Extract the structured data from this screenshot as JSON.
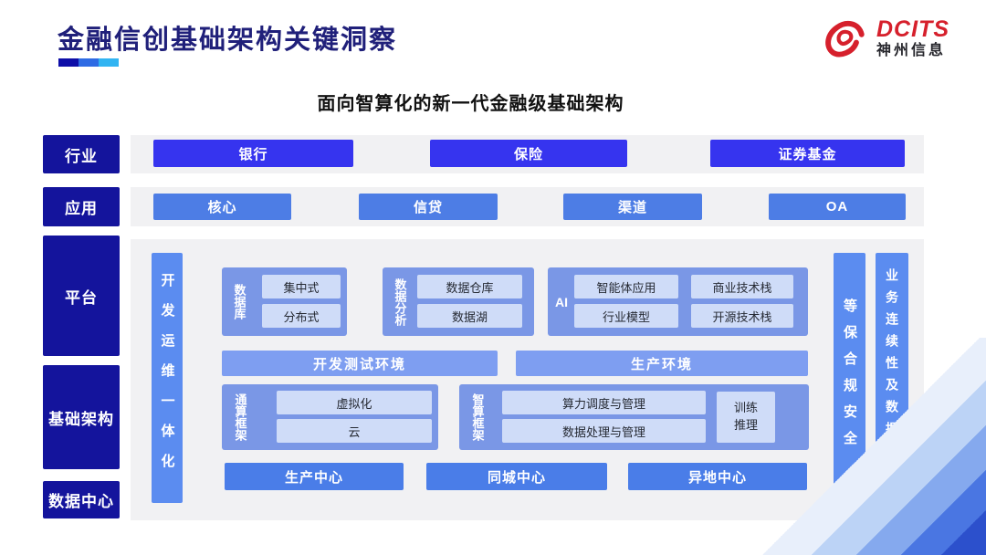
{
  "slide": {
    "title": "金融信创基础架构关键洞察",
    "subtitle": "面向智算化的新一代金融级基础架构",
    "logo": {
      "brand": "DCITS",
      "company": "神州信息"
    }
  },
  "row_labels": {
    "industry": "行业",
    "application": "应用",
    "platform": "平台",
    "infrastructure": "基础架构",
    "datacenter": "数据中心"
  },
  "industry_row": {
    "items": [
      "银行",
      "保险",
      "证券基金"
    ]
  },
  "application_row": {
    "items": [
      "核心",
      "信贷",
      "渠道",
      "OA"
    ]
  },
  "diagram": {
    "devops_bar": "开发运维一体化",
    "database": {
      "label": "数据库",
      "items": [
        "集中式",
        "分布式"
      ]
    },
    "analytics": {
      "label": "数据分析",
      "items": [
        "数据仓库",
        "数据湖"
      ]
    },
    "ai": {
      "label": "AI",
      "items": [
        "智能体应用",
        "商业技术栈",
        "行业模型",
        "开源技术栈"
      ]
    },
    "environments": [
      "开发测试环境",
      "生产环境"
    ],
    "general_compute": {
      "label": "通算框架",
      "items": [
        "虚拟化",
        "云"
      ]
    },
    "intelligent_compute": {
      "label": "智算框架",
      "items": [
        "算力调度与管理",
        "数据处理与管理"
      ],
      "side_box": "训练推理"
    },
    "centers": [
      "生产中心",
      "同城中心",
      "异地中心"
    ],
    "security_bar": "等保合规安全",
    "continuity_bar": "业务连续性及数据保护"
  },
  "colors": {
    "brand_red": "#d6202c",
    "title_navy": "#20207a",
    "label_navy": "#14149c",
    "industry_blue": "#3634ef",
    "application_blue": "#4d7de5",
    "container_blue": "#7a97e6",
    "env_bar_blue": "#7e9ef1",
    "side_bar_blue": "#5b8cf0",
    "center_blue": "#4a7de8",
    "light_cell": "#cfdcf8",
    "panel_gray": "#f1f1f3"
  }
}
